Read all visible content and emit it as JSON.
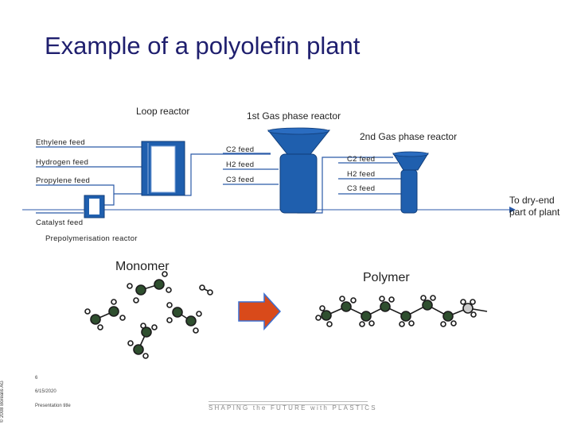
{
  "title": "Example of a polyolefin plant",
  "reactor_labels": {
    "loop": "Loop reactor",
    "gas1": "1st Gas phase reactor",
    "gas2": "2nd Gas phase reactor",
    "prepoly": "Prepolymerisation reactor",
    "out": [
      "To dry-end",
      "part of plant"
    ]
  },
  "feeds": {
    "ethylene": "Ethylene feed",
    "hydrogen": "Hydrogen feed",
    "propylene": "Propylene feed",
    "catalyst": "Catalyst feed",
    "gas1_c2": "C2 feed",
    "gas1_h2": "H2 feed",
    "gas1_c3": "C3 feed",
    "gas2_c2": "C2 feed",
    "gas2_h2": "H2 feed",
    "gas2_c3": "C3 feed"
  },
  "molecules": {
    "monomer": "Monomer",
    "polymer": "Polymer"
  },
  "footer": {
    "copyright": "© 2008 Borealis AG",
    "page": "6",
    "date": "6/15/2020",
    "small_text": "Presentation title",
    "tagline": "SHAPING the FUTURE with PLASTICS"
  },
  "colors": {
    "equipment": "#1f5fae",
    "equipment_dark": "#123e7a",
    "arrow": "#d94a1a",
    "arrow_border": "#3b6fd1",
    "atom": "#2f4f2f"
  }
}
